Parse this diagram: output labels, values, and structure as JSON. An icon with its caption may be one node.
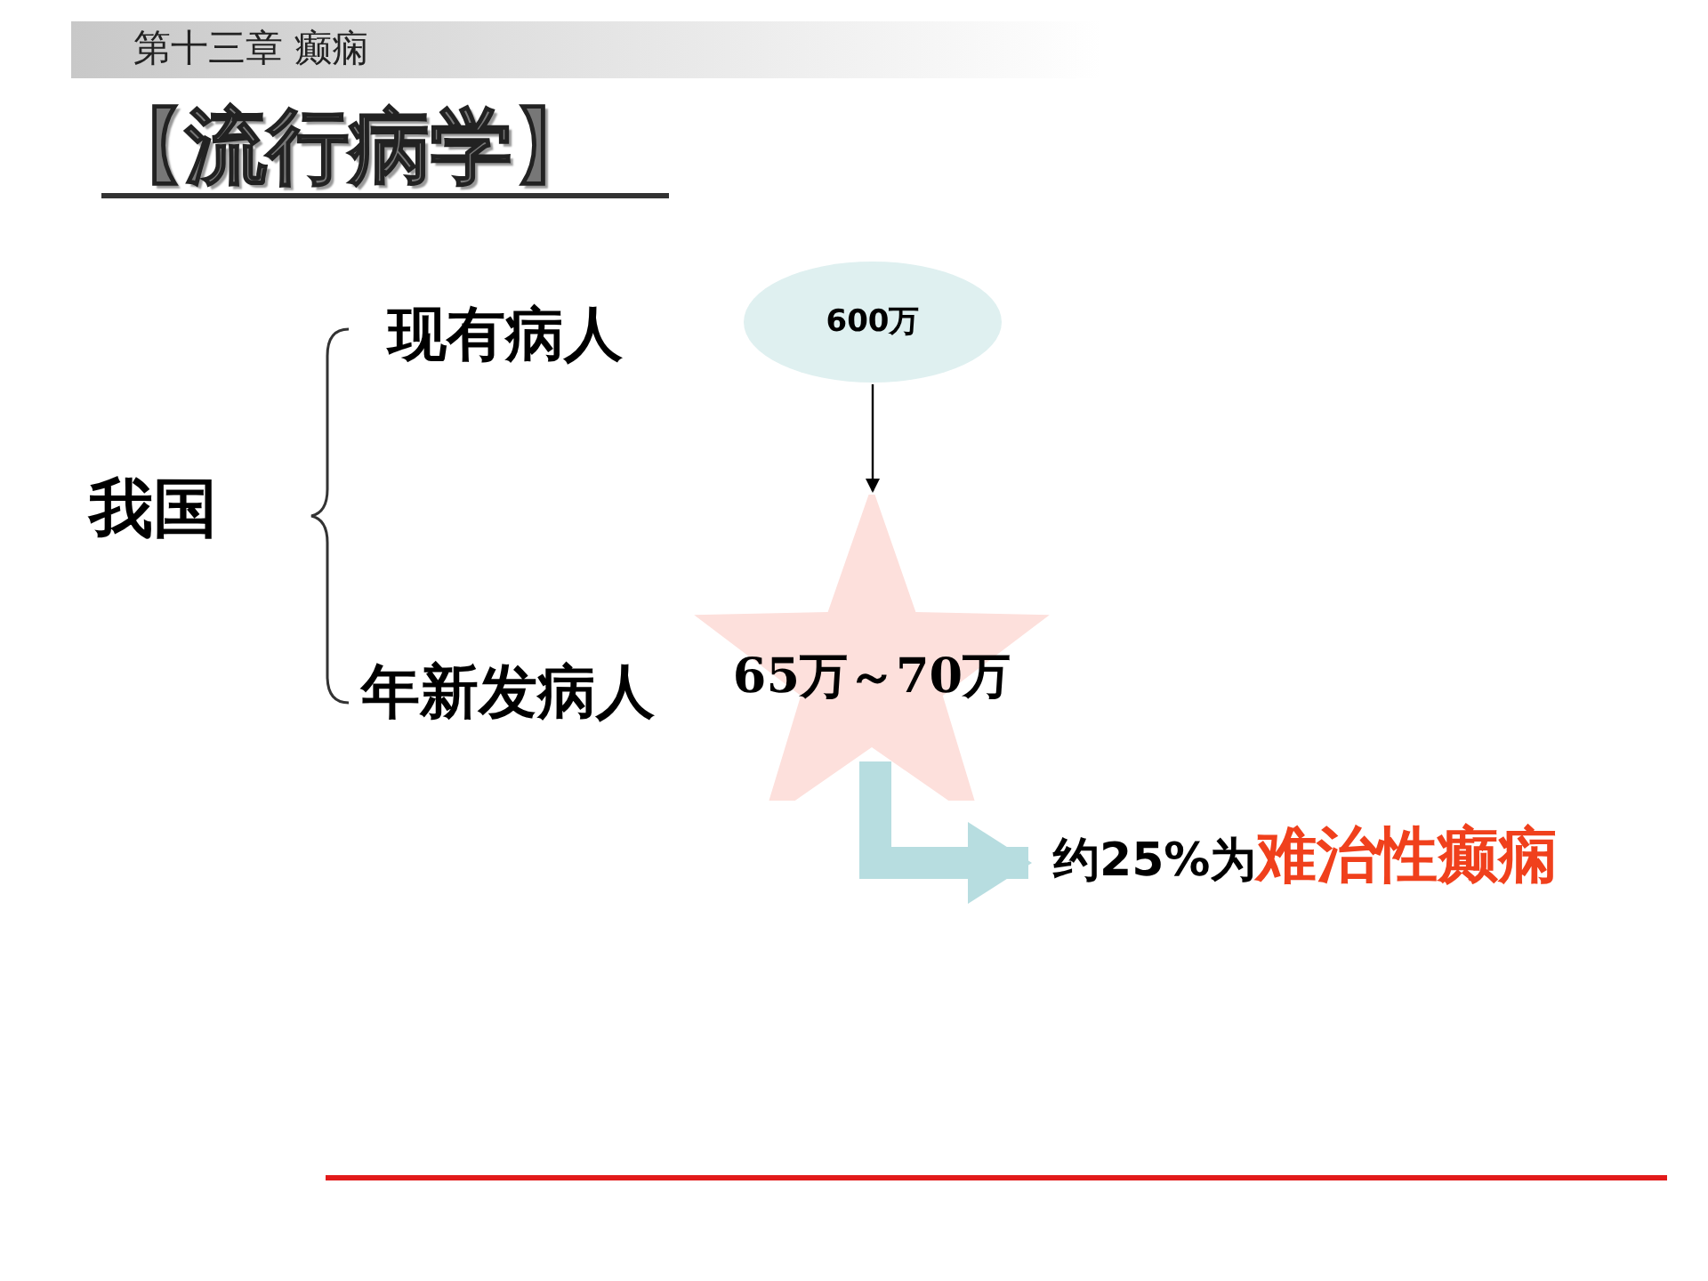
{
  "diagram": {
    "title": "【流行病学】",
    "nodes": [
      {
        "text": [
          "我国"
        ]
      },
      {
        "text": [
          "现有病人"
        ]
      },
      {
        "text": [
          "600万"
        ]
      },
      {
        "text": [
          "年新发病人"
        ]
      },
      {
        "text": [
          "65万～70万"
        ]
      },
      {
        "text": [
          "约25%为",
          "难治性癫痫"
        ]
      }
    ],
    "edges": [
      {
        "from": 2,
        "to": 4,
        "arrow": "to"
      },
      {
        "from": 4,
        "to": 5,
        "arrow": "to",
        "style": "thick",
        "color": "#b7dde0"
      }
    ],
    "labels": [
      "第十三章 癫痫"
    ]
  }
}
